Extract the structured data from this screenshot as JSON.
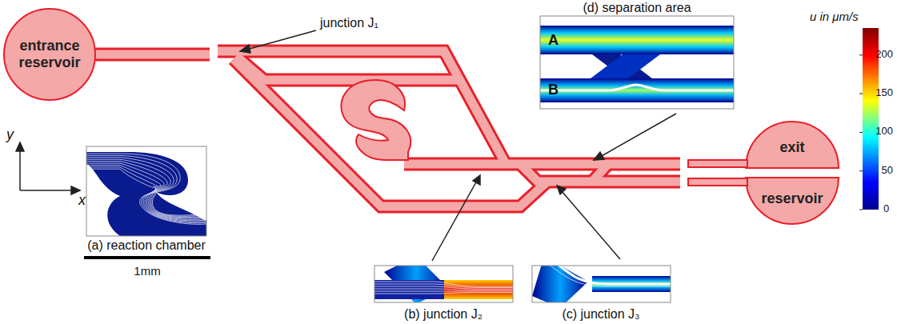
{
  "diagram": {
    "nodes": [
      {
        "text": [
          "entrance reservoir"
        ]
      },
      {
        "text": [
          "exit"
        ]
      },
      {
        "text": [
          "reservoir"
        ]
      }
    ],
    "labels": [
      "junction J₁",
      "(d) separation area",
      "A",
      "B",
      "u in μm/s",
      "200",
      "150",
      "100",
      "50",
      "0",
      "(a) reaction chamber",
      "(b) junction J₂",
      "(c) junction J₃",
      "y",
      "x",
      "1mm"
    ]
  }
}
